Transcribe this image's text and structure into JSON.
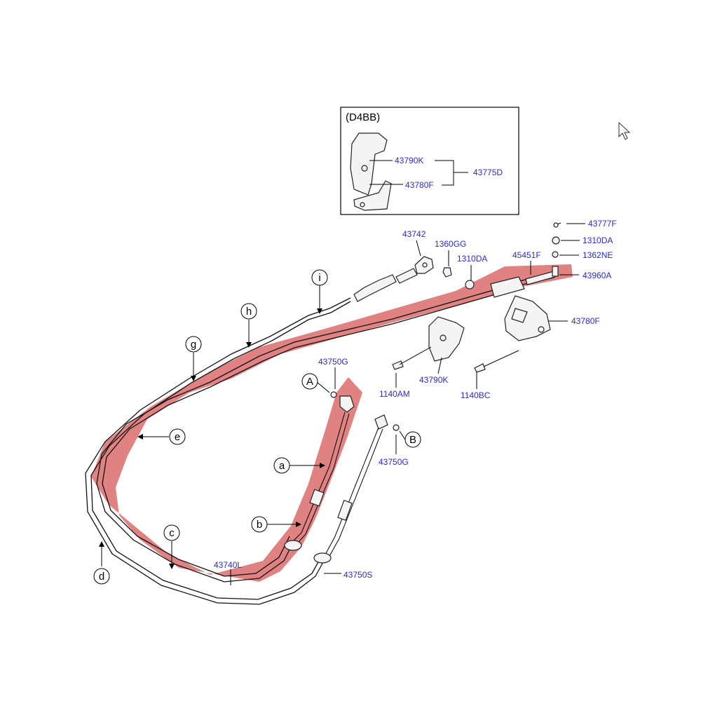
{
  "inset": {
    "title": "(D4BB)",
    "parts": {
      "bracket_k": "43790K",
      "bracket_f": "43780F",
      "assembly": "43775D"
    }
  },
  "parts": {
    "p43777F": "43777F",
    "p1310DA_top": "1310DA",
    "p1362NE": "1362NE",
    "p43960A": "43960A",
    "p45451F": "45451F",
    "p1310DA": "1310DA",
    "p1360GG": "1360GG",
    "p43742": "43742",
    "p43780F": "43780F",
    "p43790K": "43790K",
    "p1140AM": "1140AM",
    "p1140BC": "1140BC",
    "p43750G_top": "43750G",
    "p43750G_right": "43750G",
    "p43740L": "43740L",
    "p43750S": "43750S"
  },
  "letters": {
    "i": "i",
    "h": "h",
    "g": "g",
    "e": "e",
    "a": "a",
    "b": "b",
    "c": "c",
    "d": "d",
    "A": "A",
    "B": "B"
  },
  "colors": {
    "highlight": "#d75f5f",
    "part_number": "#2b2bd6"
  }
}
